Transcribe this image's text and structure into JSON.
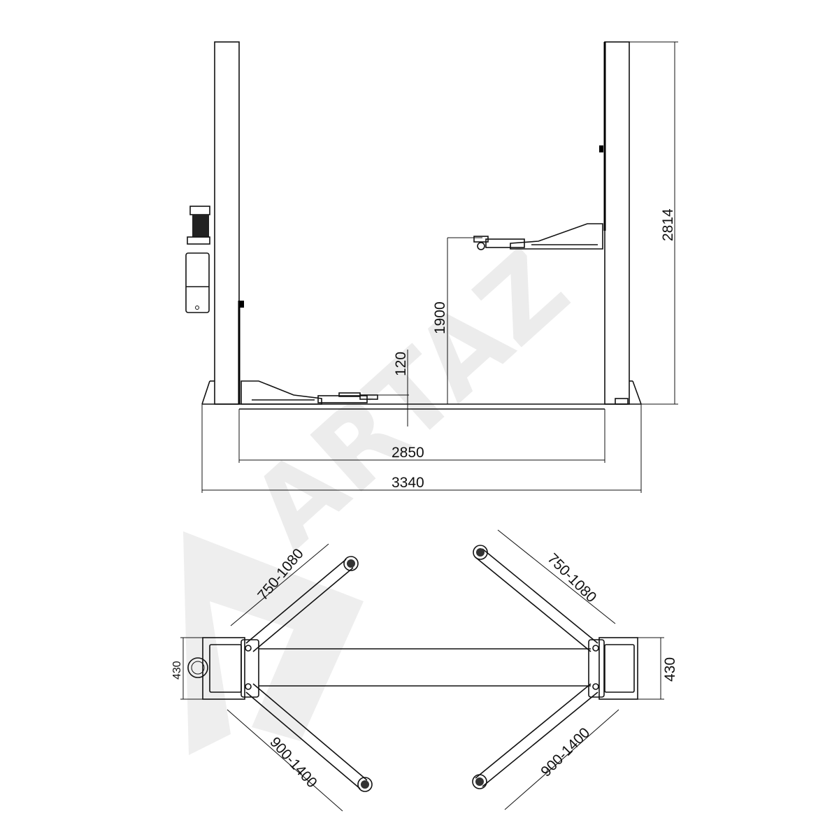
{
  "watermark": {
    "text": "ARTAZ",
    "color": "#ececec"
  },
  "front_view": {
    "dims": {
      "total_height": "2814",
      "max_lift_height": "1900",
      "min_pad_height": "120",
      "inner_width": "2850",
      "overall_width": "3340"
    }
  },
  "top_view": {
    "dims": {
      "left_short_arm": "750-1080",
      "left_long_arm": "900-1400",
      "right_short_arm": "750-1080",
      "right_long_arm": "900-1400",
      "left_column_depth": "430",
      "right_column_depth": "430"
    }
  }
}
